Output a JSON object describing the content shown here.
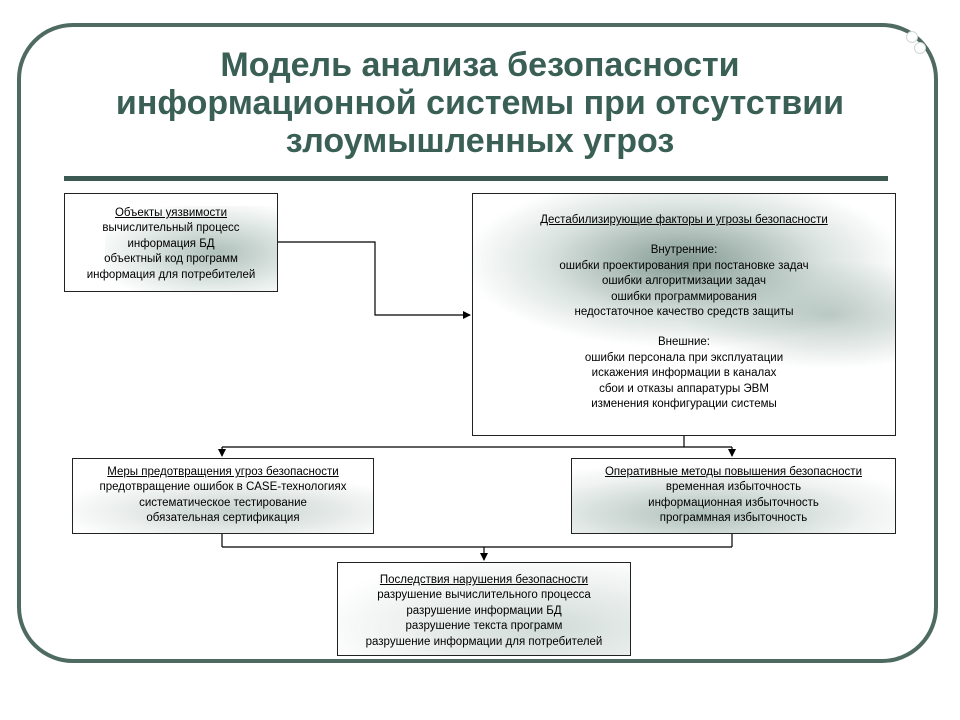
{
  "title": {
    "line1": "Модель анализа безопасности",
    "line2": "информационной системы при отсутствии",
    "line3": "злоумышленных угроз"
  },
  "colors": {
    "frame": "#4f6b61",
    "title": "#3a5f55",
    "rule": "#3d5a52",
    "shade": "#6e8c82"
  },
  "boxes": {
    "vulnerability": {
      "heading": "Объекты уязвимости",
      "lines": [
        "вычислительный процесс",
        "информация БД",
        "объектный код программ",
        "информация для потребителей"
      ]
    },
    "threats": {
      "heading": "Дестабилизирующие факторы и угрозы безопасности",
      "internal_label": "Внутренние:",
      "internal": [
        "ошибки проектирования при постановке задач",
        "ошибки алгоритмизации задач",
        "ошибки программирования",
        "недостаточное качество средств защиты"
      ],
      "external_label": "Внешние:",
      "external": [
        "ошибки персонала при эксплуатации",
        "искажения информации в каналах",
        "сбои и отказы аппаратуры ЭВМ",
        "изменения конфигурации системы"
      ]
    },
    "prevention": {
      "heading": "Меры предотвращения угроз безопасности",
      "lines": [
        "предотвращение ошибок в CASE-технологиях",
        "систематическое тестирование",
        "обязательная сертификация"
      ]
    },
    "operative": {
      "heading": "Оперативные методы повышения безопасности",
      "lines": [
        "временная избыточность",
        "информационная избыточность",
        "программная избыточность"
      ]
    },
    "consequences": {
      "heading": "Последствия нарушения безопасности",
      "lines": [
        "разрушение вычислительного процесса",
        "разрушение информации БД",
        "разрушение текста программ",
        "разрушение информации для потребителей"
      ]
    }
  }
}
